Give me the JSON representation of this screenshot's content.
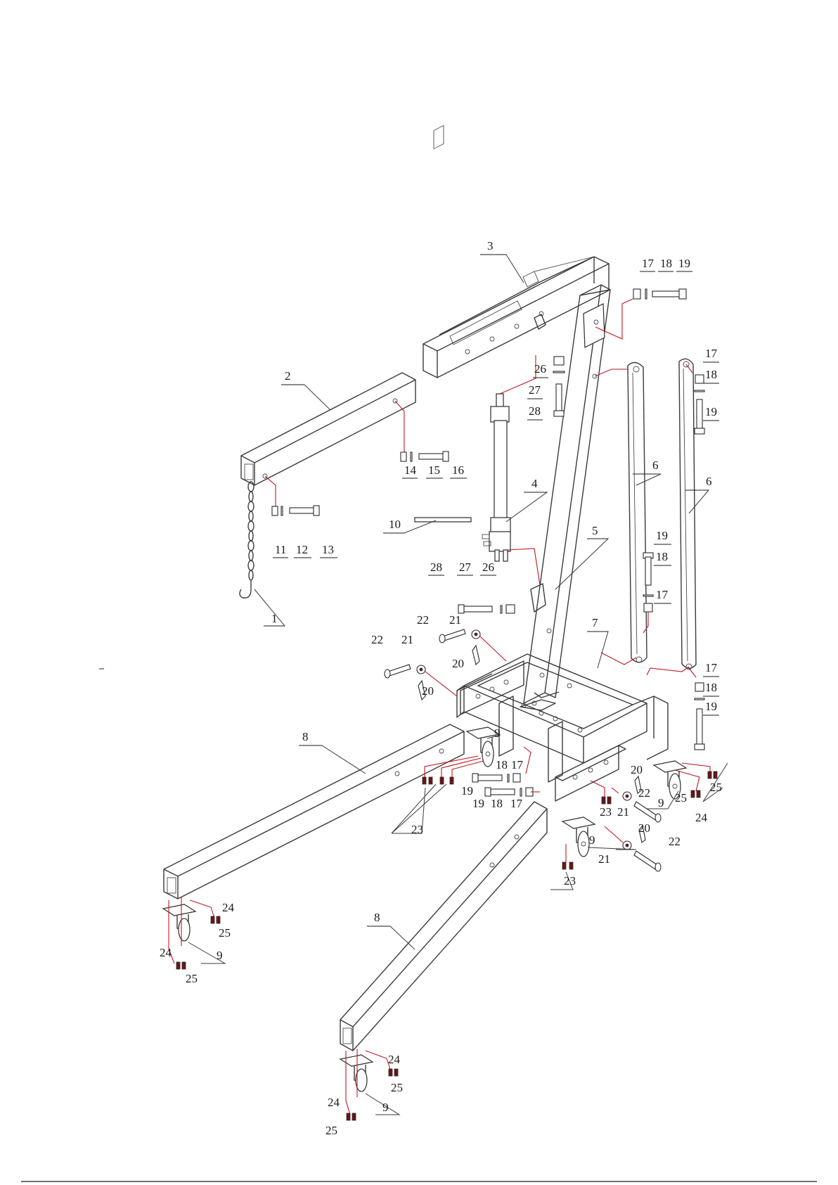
{
  "callouts": [
    {
      "text": "1"
    },
    {
      "text": "2"
    },
    {
      "text": "3"
    },
    {
      "text": "4"
    },
    {
      "text": "5"
    },
    {
      "text": "6"
    },
    {
      "text": "6"
    },
    {
      "text": "7"
    },
    {
      "text": "8"
    },
    {
      "text": "8"
    },
    {
      "text": "9"
    },
    {
      "text": "9"
    },
    {
      "text": "9"
    },
    {
      "text": "9"
    },
    {
      "text": "9"
    },
    {
      "text": "10"
    },
    {
      "text": "11"
    },
    {
      "text": "12"
    },
    {
      "text": "13"
    },
    {
      "text": "14"
    },
    {
      "text": "15"
    },
    {
      "text": "16"
    },
    {
      "text": "17"
    },
    {
      "text": "18"
    },
    {
      "text": "19"
    },
    {
      "text": "17"
    },
    {
      "text": "18"
    },
    {
      "text": "19"
    },
    {
      "text": "19"
    },
    {
      "text": "18"
    },
    {
      "text": "17"
    },
    {
      "text": "17"
    },
    {
      "text": "18"
    },
    {
      "text": "19"
    },
    {
      "text": "18"
    },
    {
      "text": "17"
    },
    {
      "text": "19"
    },
    {
      "text": "19"
    },
    {
      "text": "18"
    },
    {
      "text": "17"
    },
    {
      "text": "20"
    },
    {
      "text": "20"
    },
    {
      "text": "20"
    },
    {
      "text": "20"
    },
    {
      "text": "21"
    },
    {
      "text": "21"
    },
    {
      "text": "21"
    },
    {
      "text": "21"
    },
    {
      "text": "22"
    },
    {
      "text": "22"
    },
    {
      "text": "22"
    },
    {
      "text": "22"
    },
    {
      "text": "23"
    },
    {
      "text": "23"
    },
    {
      "text": "23"
    },
    {
      "text": "24"
    },
    {
      "text": "24"
    },
    {
      "text": "24"
    },
    {
      "text": "24"
    },
    {
      "text": "24"
    },
    {
      "text": "25"
    },
    {
      "text": "25"
    },
    {
      "text": "25"
    },
    {
      "text": "25"
    },
    {
      "text": "25"
    },
    {
      "text": "25"
    },
    {
      "text": "26"
    },
    {
      "text": "27"
    },
    {
      "text": "28"
    },
    {
      "text": "28"
    },
    {
      "text": "27"
    },
    {
      "text": "26"
    }
  ]
}
